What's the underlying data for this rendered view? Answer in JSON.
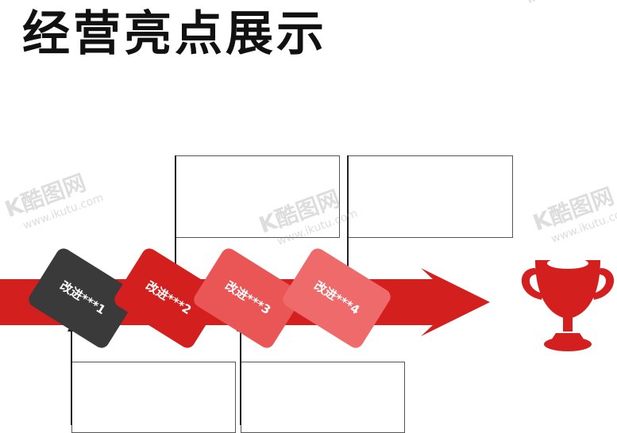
{
  "title": "经营亮点展示",
  "steps": [
    {
      "label": "改进***1",
      "color": "#3a3a3a"
    },
    {
      "label": "改进***2",
      "color": "#d3201e"
    },
    {
      "label": "改进***3",
      "color": "#ea5656"
    },
    {
      "label": "改进***4",
      "color": "#ef6b6b"
    }
  ],
  "colors": {
    "arrow": "#d3201e",
    "trophy": "#d3201e",
    "line": "#222222"
  },
  "watermark": {
    "brand": "K酷图网",
    "url": "www.ikutu.com"
  }
}
